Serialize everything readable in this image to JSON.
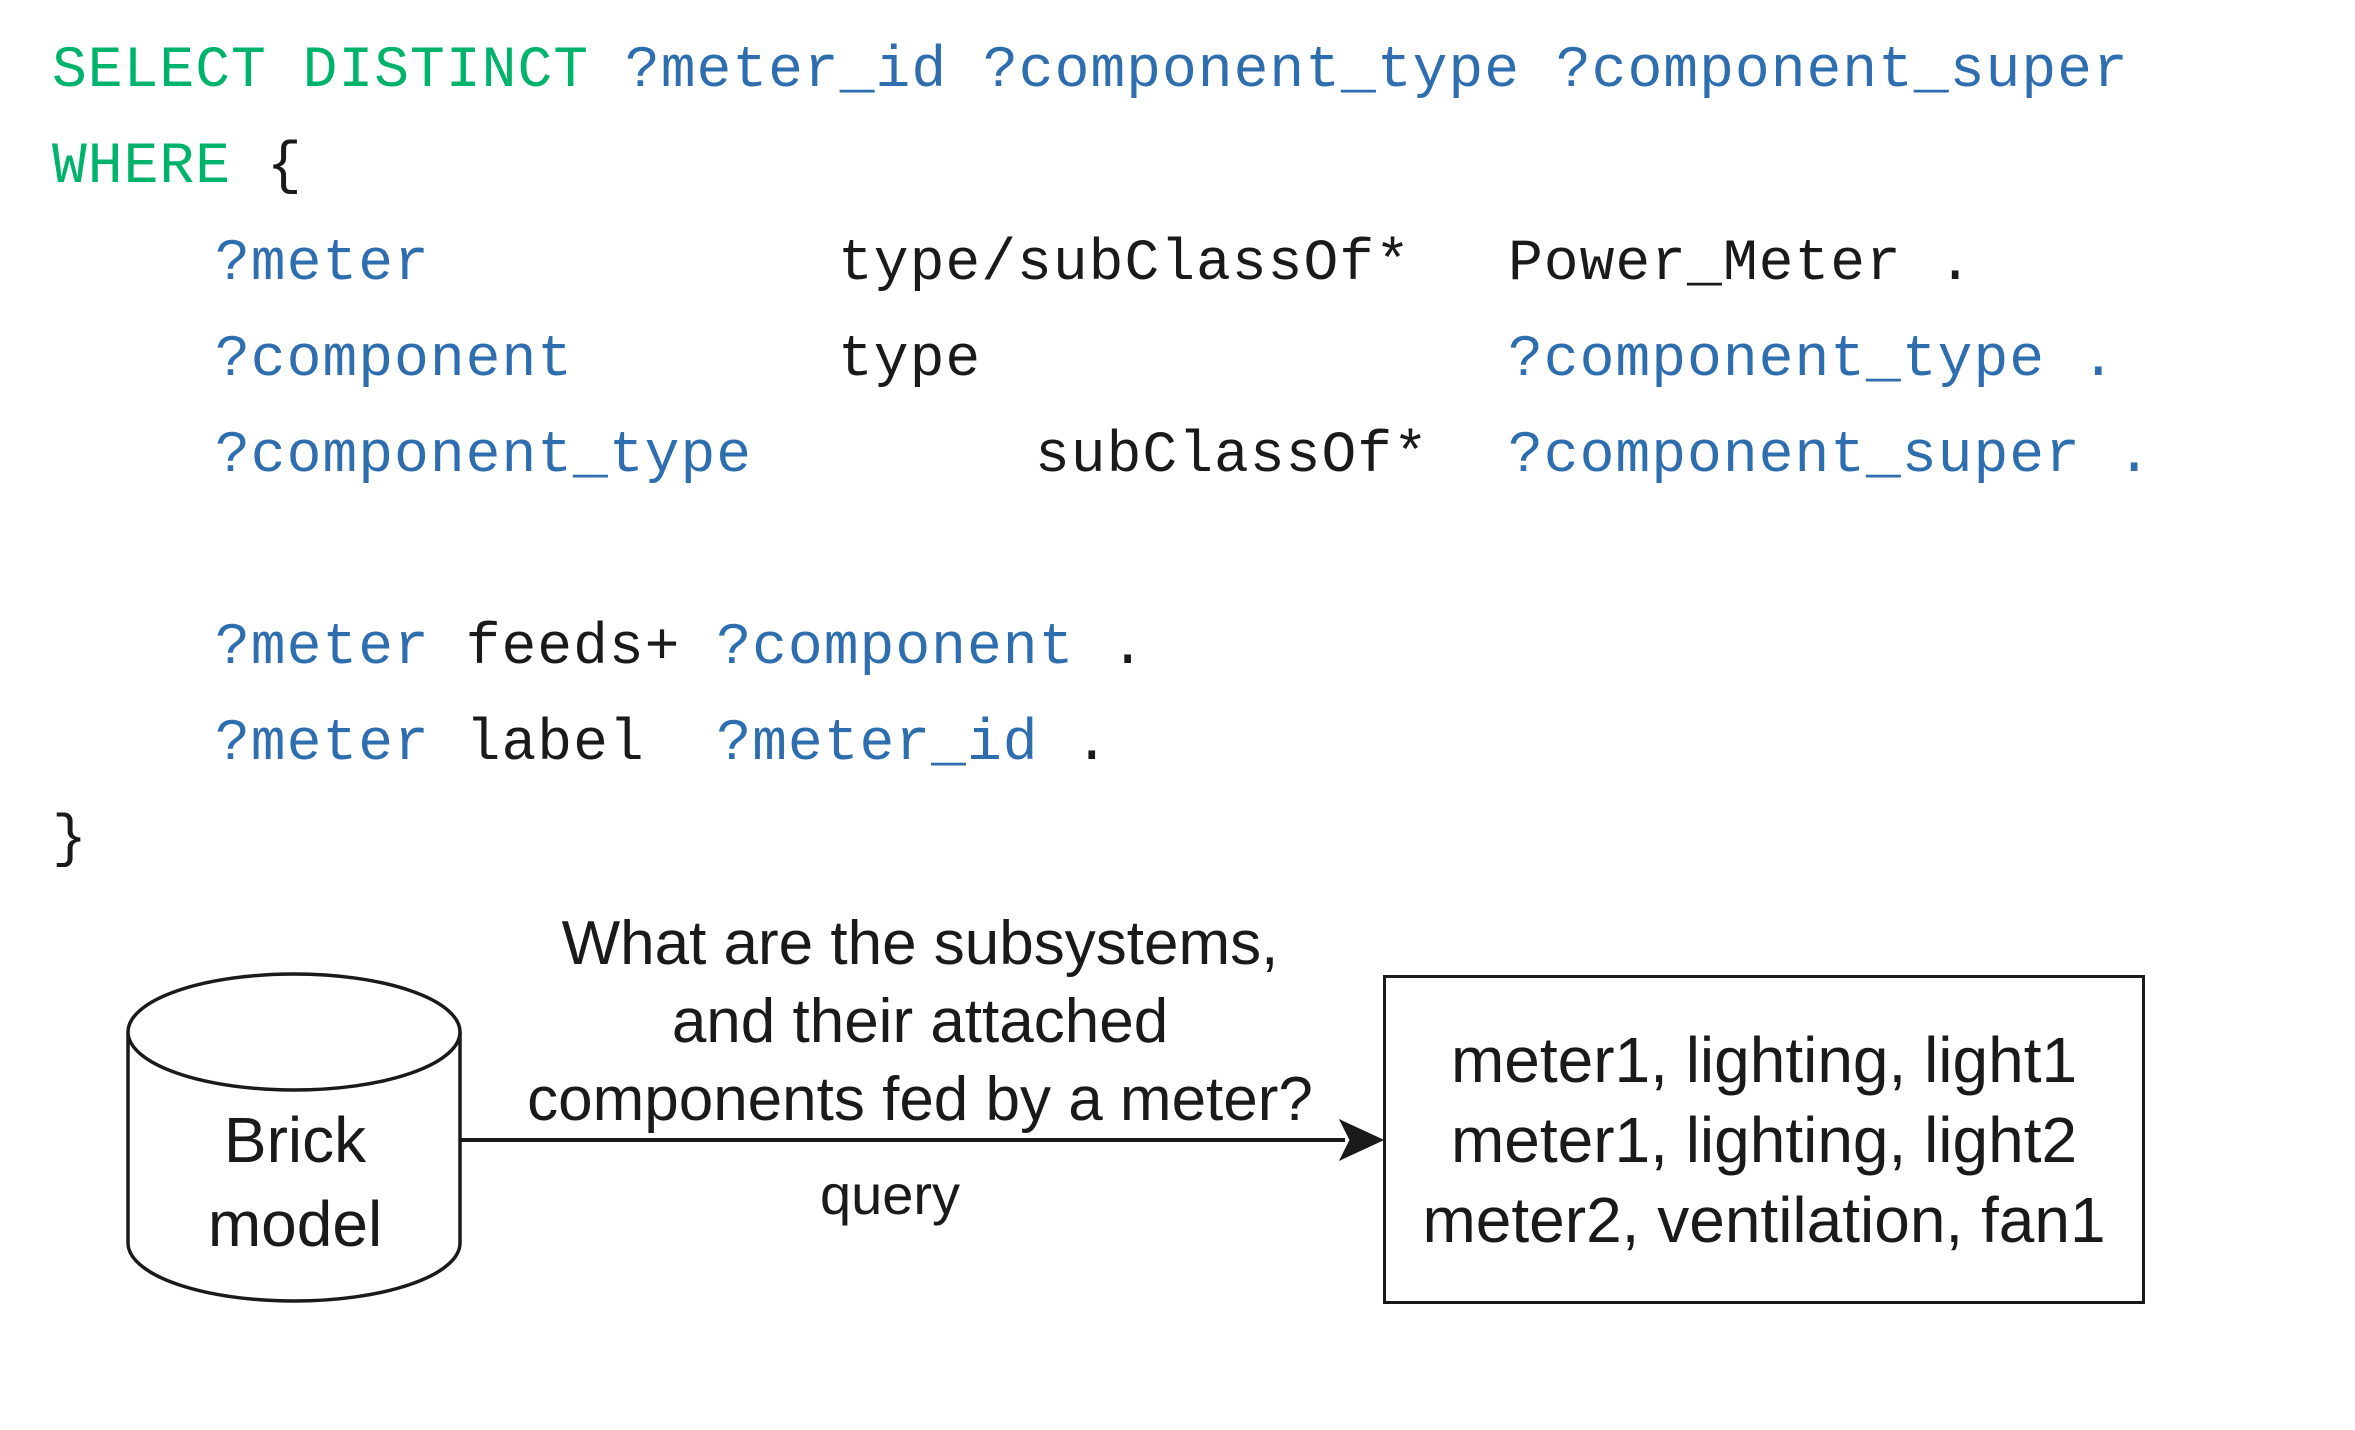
{
  "sparql": {
    "line1": {
      "kw": "SELECT DISTINCT",
      "vars": "?meter_id ?component_type ?component_super"
    },
    "line2": {
      "kw": "WHERE",
      "brace": "{"
    },
    "line3": {
      "subject": "?meter",
      "predicate": "type/subClassOf*",
      "object": "Power_Meter",
      "dot": "."
    },
    "line4": {
      "subject": "?component",
      "predicate": "type",
      "object": "?component_type",
      "dot": "."
    },
    "line5": {
      "subject": "?component_type",
      "predicate": "subClassOf*",
      "object": "?component_super",
      "dot": "."
    },
    "line6": {
      "subject": "?meter",
      "predicate": "feeds+",
      "object": "?component",
      "dot": "."
    },
    "line7": {
      "subject": "?meter",
      "predicate": "label",
      "object": "?meter_id",
      "dot": "."
    },
    "line8": {
      "brace": "}"
    }
  },
  "diagram": {
    "database_label_line1": "Brick",
    "database_label_line2": "model",
    "question_line1": "What are the subsystems,",
    "question_line2": "and their attached",
    "question_line3": "components fed by a meter?",
    "arrow_label": "query",
    "results": [
      "meter1, lighting, light1",
      "meter1, lighting, light2",
      "meter2, ventilation, fan1"
    ]
  },
  "colors": {
    "keyword": "#00B36B",
    "variable": "#2E6DAE",
    "text": "#1a1a1a"
  }
}
